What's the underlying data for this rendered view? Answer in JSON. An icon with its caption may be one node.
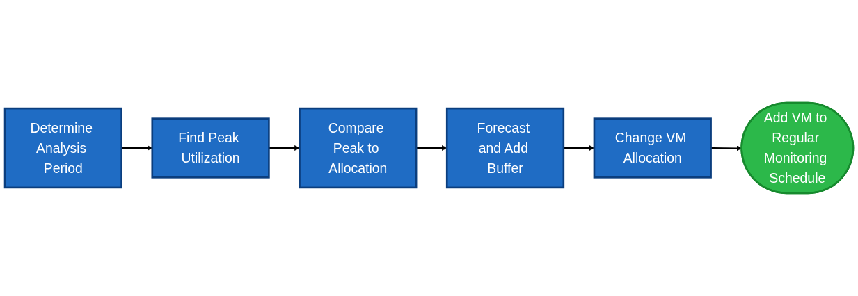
{
  "diagram": {
    "nodes": [
      {
        "text": [
          "Determine Analysis Period"
        ]
      },
      {
        "text": [
          "Find Peak Utilization"
        ]
      },
      {
        "text": [
          "Compare Peak to Allocation"
        ]
      },
      {
        "text": [
          "Forecast and Add Buffer"
        ]
      },
      {
        "text": [
          "Change VM Allocation"
        ]
      },
      {
        "text": [
          "Add VM to Regular Monitoring Schedule"
        ]
      }
    ],
    "edges": [
      {
        "from": 0,
        "to": 1,
        "arrow": "to"
      },
      {
        "from": 1,
        "to": 2,
        "arrow": "to"
      },
      {
        "from": 2,
        "to": 3,
        "arrow": "to"
      },
      {
        "from": 3,
        "to": 4,
        "arrow": "to"
      },
      {
        "from": 4,
        "to": 5,
        "arrow": "to"
      }
    ]
  }
}
